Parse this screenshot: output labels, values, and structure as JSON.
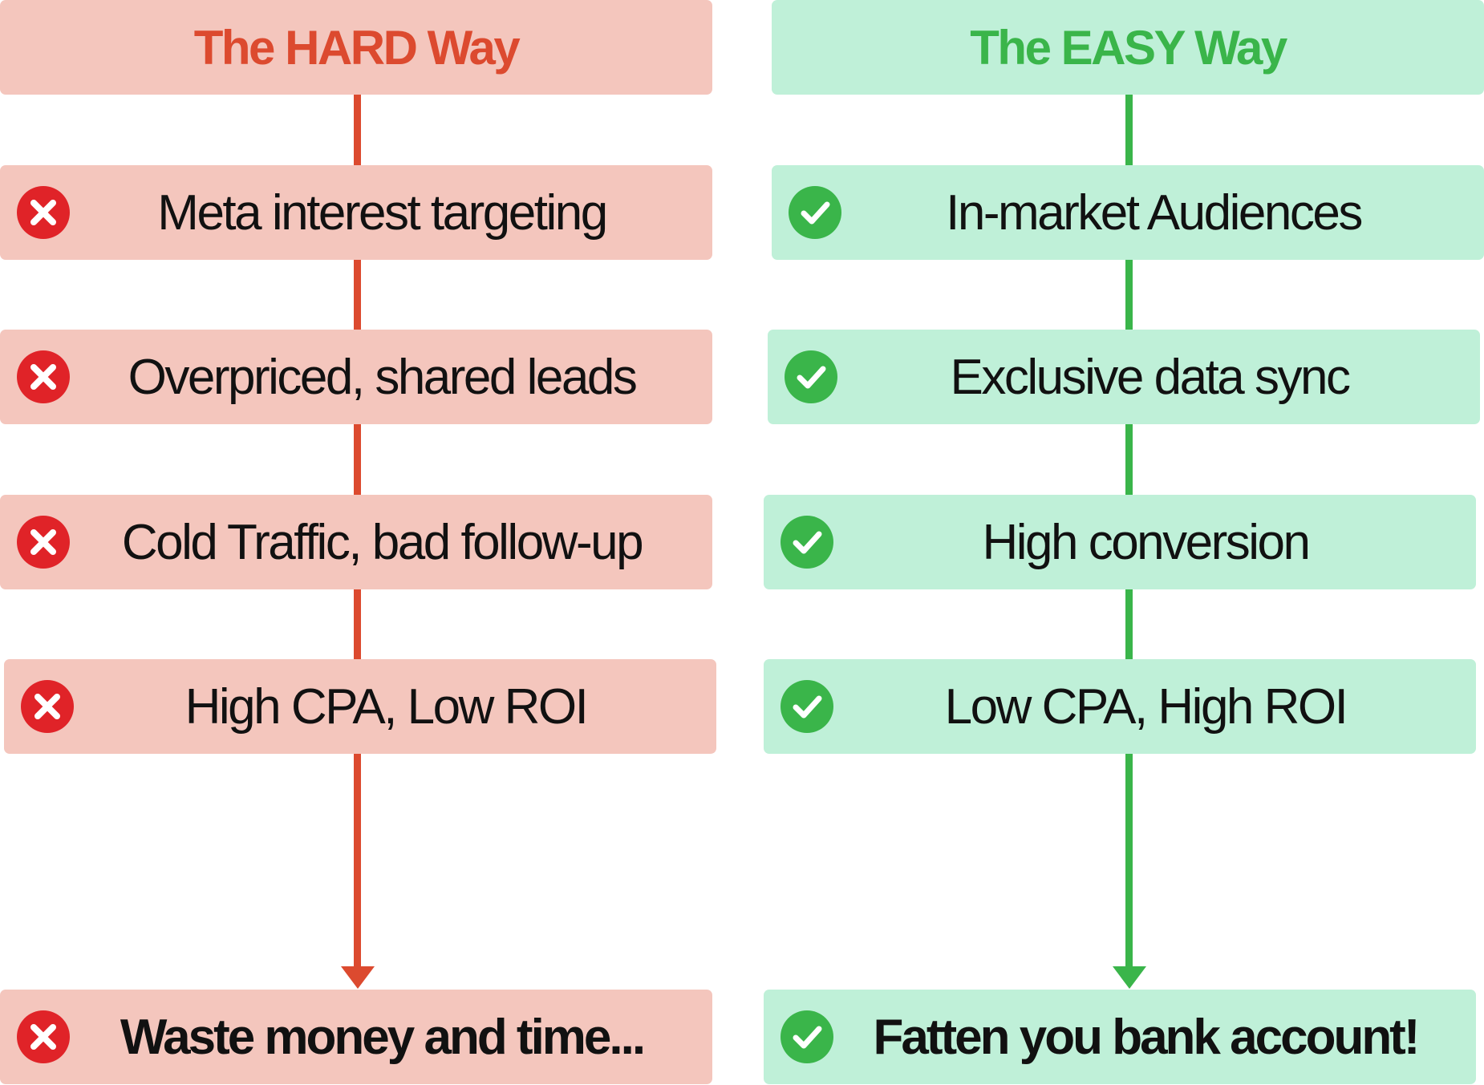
{
  "colors": {
    "hard_accent": "#dc4a2f",
    "hard_box": "#f4c6bd",
    "easy_accent": "#3ab54a",
    "easy_box": "#bff0d8",
    "text": "#111111"
  },
  "hard": {
    "title": "The HARD Way",
    "icon": "x-circle-icon",
    "steps": [
      "Meta  interest targeting",
      "Overpriced, shared leads",
      "Cold Traffic, bad follow-up",
      "High CPA, Low ROI"
    ],
    "result": "Waste money and time..."
  },
  "easy": {
    "title": "The EASY Way",
    "icon": "check-circle-icon",
    "steps": [
      "In-market Audiences",
      "Exclusive data sync",
      "High conversion",
      "Low CPA, High ROI"
    ],
    "result": "Fatten you bank account!"
  }
}
